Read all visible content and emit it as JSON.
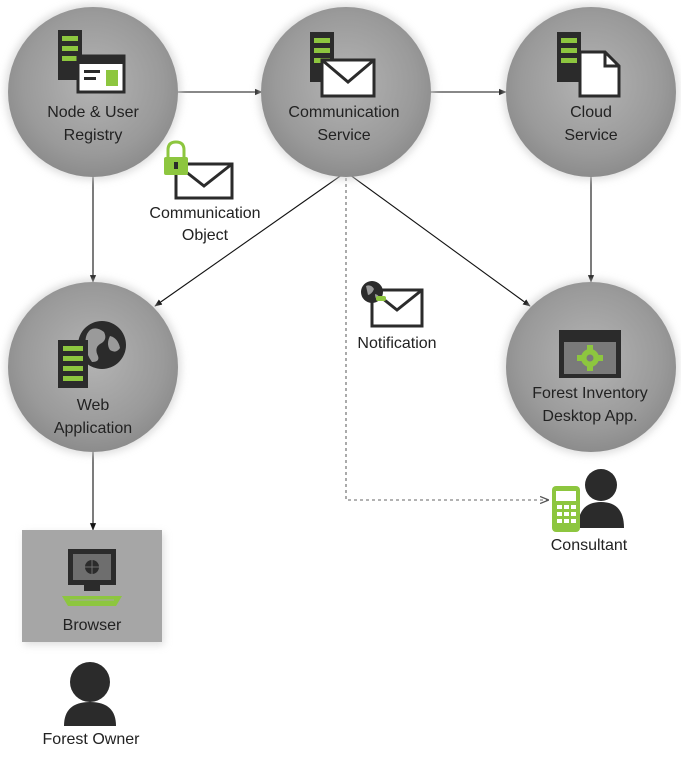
{
  "nodes": {
    "registry": {
      "line1": "Node & User",
      "line2": "Registry"
    },
    "communication": {
      "line1": "Communication",
      "line2": "Service"
    },
    "cloud": {
      "line1": "Cloud",
      "line2": "Service"
    },
    "web": {
      "line1": "Web",
      "line2": "Application"
    },
    "forest_app": {
      "line1": "Forest Inventory",
      "line2": "Desktop App."
    },
    "browser": {
      "label": "Browser"
    }
  },
  "labels": {
    "communication_object_line1": "Communication",
    "communication_object_line2": "Object",
    "notification": "Notification",
    "consultant": "Consultant",
    "forest_owner": "Forest Owner"
  },
  "colors": {
    "node_fill": "#9b9b9b",
    "node_shadow": "#c9c9c9",
    "icon_dark": "#2b2b2b",
    "accent_green": "#8dc63f",
    "browser_box": "#a6a6a6",
    "arrow": "#111111"
  }
}
